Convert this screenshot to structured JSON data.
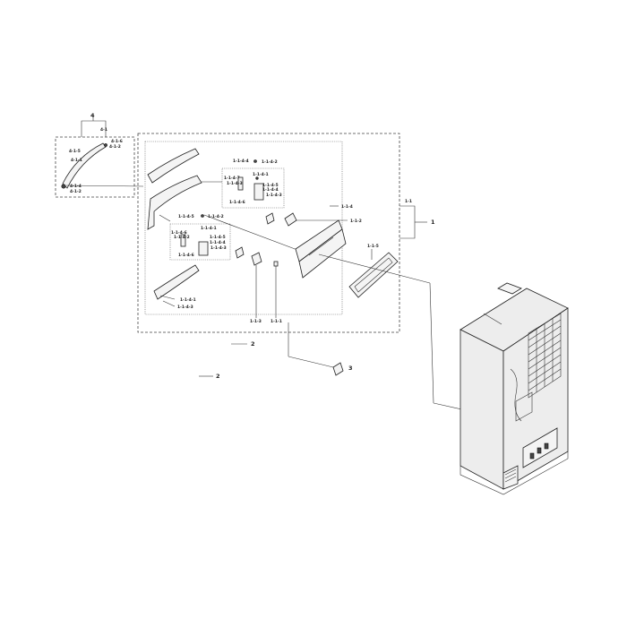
{
  "labels": {
    "l4": "4",
    "l4_1": "4-1",
    "l4_1_6": "4-1-6",
    "l4_1_2a": "4-1-2",
    "l4_1_5": "4-1-5",
    "l4_1_1": "4-1-1",
    "l4_1_4": "4-1-4",
    "l4_1_2b": "4-1-2",
    "l1": "1",
    "l1_1": "1-1",
    "l1_1_4": "1-1-4",
    "l1_1_2": "1-1-2",
    "l1_1_5": "1-1-5",
    "l1_1_3": "1-1-3",
    "l1_1_1": "1-1-1",
    "l1_1_4_4": "1-1-4-4",
    "l1_1_4_2a": "1-1-4-2",
    "l1_1_4_1a": "1-1-4-1",
    "l1_1_4_7": "1-1-4-7",
    "l1_1_4_3a": "1-1-4-3",
    "l1_1_4_5a": "1-1-4-5",
    "l1_1_4_4b": "1-1-4-4",
    "l1_1_4_6a": "1-1-4-6",
    "l1_1_4_3b": "1-1-4-3",
    "l1_1_4_5b": "1-1-4-5",
    "l1_1_4_2b": "1-1-4-2",
    "l1_1_4_1b": "1-1-4-1",
    "l1_1_4_6b": "1-1-4-6",
    "l1_1_4_2c": "1-1-4-2",
    "l1_1_4_5c": "1-1-4-5",
    "l1_1_4_4c": "1-1-4-4",
    "l1_1_4_3c": "1-1-4-3",
    "l1_1_4_6c": "1-1-4-6",
    "l1_1_4_1c": "1-1-4-1",
    "l1_1_4_3d": "1-1-4-3",
    "l2a": "2",
    "l2b": "2",
    "l3": "3"
  }
}
